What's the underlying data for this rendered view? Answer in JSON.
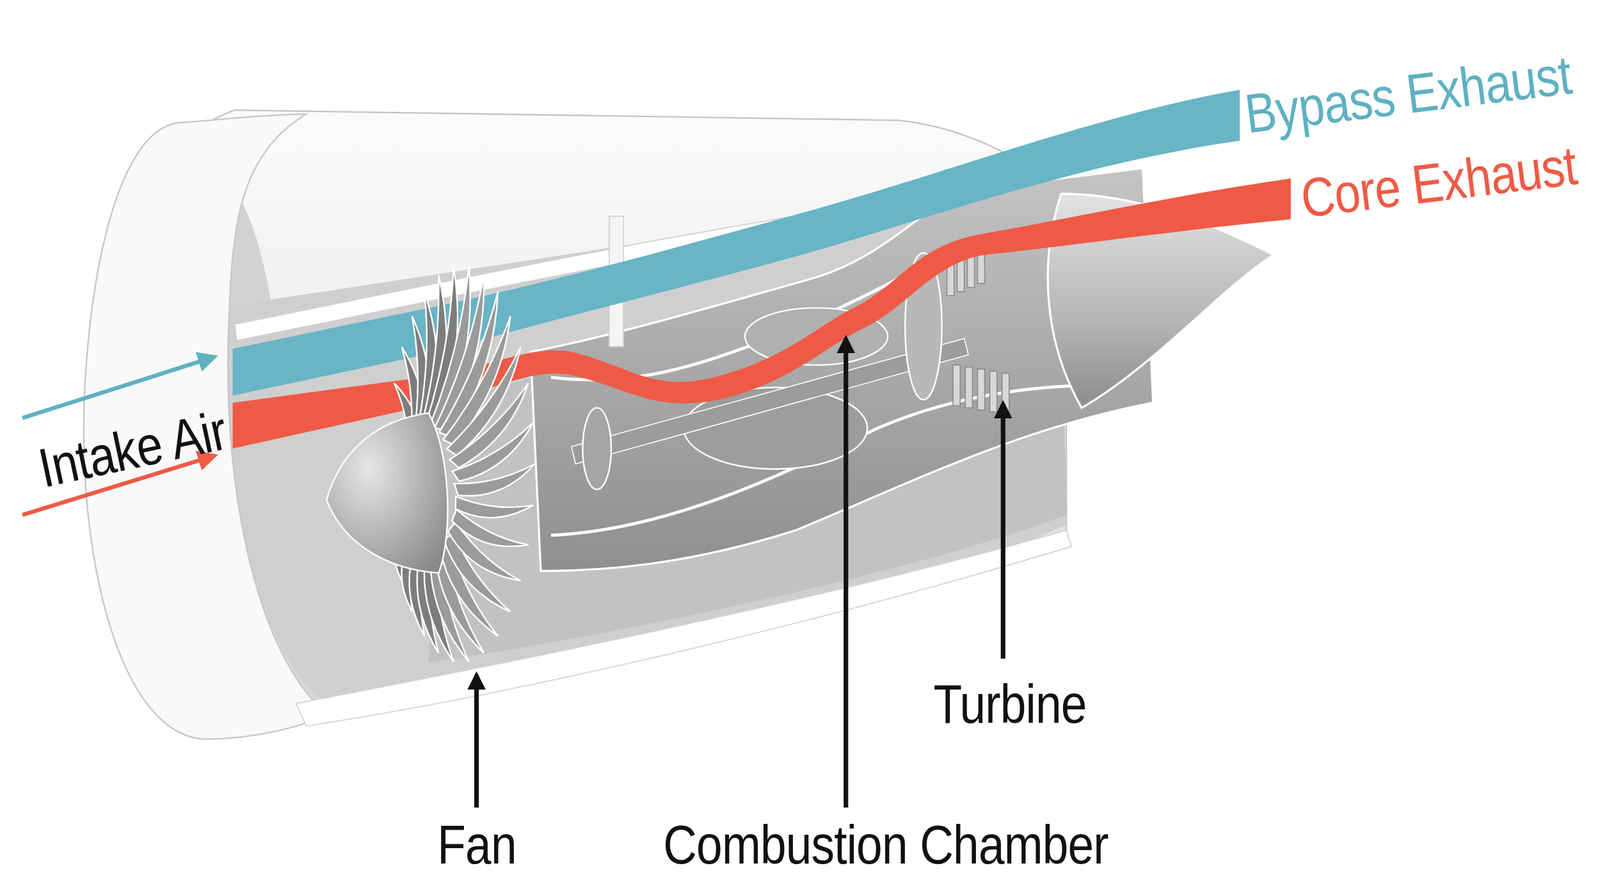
{
  "diagram": {
    "labels": [
      "Bypass Exhaust",
      "Core Exhaust",
      "Intake Air",
      "Fan",
      "Combustion Chamber",
      "Turbine"
    ]
  }
}
